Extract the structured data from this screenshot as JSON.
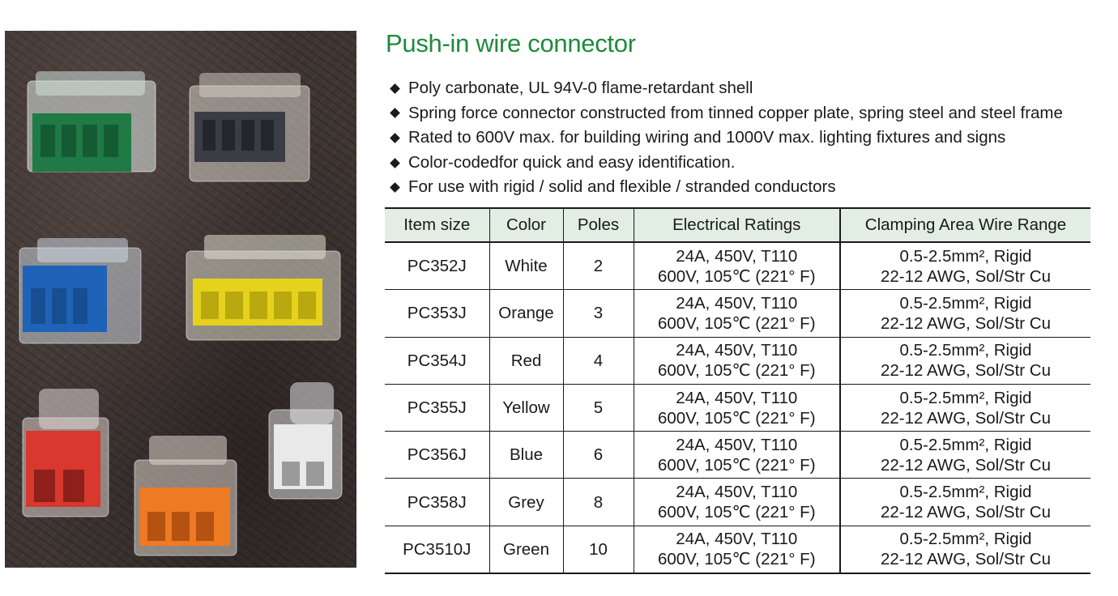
{
  "title": "Push-in wire connector",
  "features": [
    "Poly carbonate, UL 94V-0 flame-retardant shell",
    "Spring force connector constructed from tinned copper plate, spring steel and steel frame",
    "Rated to 600V max. for building wiring and 1000V max. lighting fixtures and signs",
    "Color-codedfor quick and easy identification.",
    "For use with rigid / solid and flexible / stranded conductors"
  ],
  "table": {
    "headers": [
      "Item size",
      "Color",
      "Poles",
      "Electrical Ratings",
      "Clamping Area Wire Range"
    ],
    "rows": [
      {
        "item": "PC352J",
        "color": "White",
        "poles": "2",
        "rating1": "24A, 450V, T110",
        "rating2": "600V, 105℃ (221° F)",
        "range1": "0.5-2.5mm², Rigid",
        "range2": "22-12 AWG, Sol/Str Cu"
      },
      {
        "item": "PC353J",
        "color": "Orange",
        "poles": "3",
        "rating1": "24A, 450V, T110",
        "rating2": "600V, 105℃ (221° F)",
        "range1": "0.5-2.5mm², Rigid",
        "range2": "22-12 AWG, Sol/Str Cu"
      },
      {
        "item": "PC354J",
        "color": "Red",
        "poles": "4",
        "rating1": "24A, 450V, T110",
        "rating2": "600V, 105℃ (221° F)",
        "range1": "0.5-2.5mm², Rigid",
        "range2": "22-12 AWG, Sol/Str Cu"
      },
      {
        "item": "PC355J",
        "color": "Yellow",
        "poles": "5",
        "rating1": "24A, 450V, T110",
        "rating2": "600V, 105℃ (221° F)",
        "range1": "0.5-2.5mm², Rigid",
        "range2": "22-12 AWG, Sol/Str Cu"
      },
      {
        "item": "PC356J",
        "color": "Blue",
        "poles": "6",
        "rating1": "24A, 450V, T110",
        "rating2": "600V, 105℃ (221° F)",
        "range1": "0.5-2.5mm², Rigid",
        "range2": "22-12 AWG, Sol/Str Cu"
      },
      {
        "item": "PC358J",
        "color": "Grey",
        "poles": "8",
        "rating1": "24A, 450V, T110",
        "rating2": "600V, 105℃ (221° F)",
        "range1": "0.5-2.5mm², Rigid",
        "range2": "22-12 AWG, Sol/Str Cu"
      },
      {
        "item": "PC3510J",
        "color": "Green",
        "poles": "10",
        "rating1": "24A, 450V, T110",
        "rating2": "600V, 105℃ (221° F)",
        "range1": "0.5-2.5mm², Rigid",
        "range2": "22-12 AWG, Sol/Str Cu"
      }
    ]
  },
  "photo": {
    "background_color": "#3f3633",
    "connectors": [
      {
        "name": "green-connector",
        "color": "#1f7a45"
      },
      {
        "name": "grey-connector",
        "color": "#3b3d45"
      },
      {
        "name": "blue-connector",
        "color": "#1f63b8"
      },
      {
        "name": "yellow-connector",
        "color": "#e6d21c"
      },
      {
        "name": "red-connector",
        "color": "#d8382e"
      },
      {
        "name": "orange-connector",
        "color": "#ee7a24"
      },
      {
        "name": "white-connector",
        "color": "#e9e9e9"
      }
    ]
  }
}
